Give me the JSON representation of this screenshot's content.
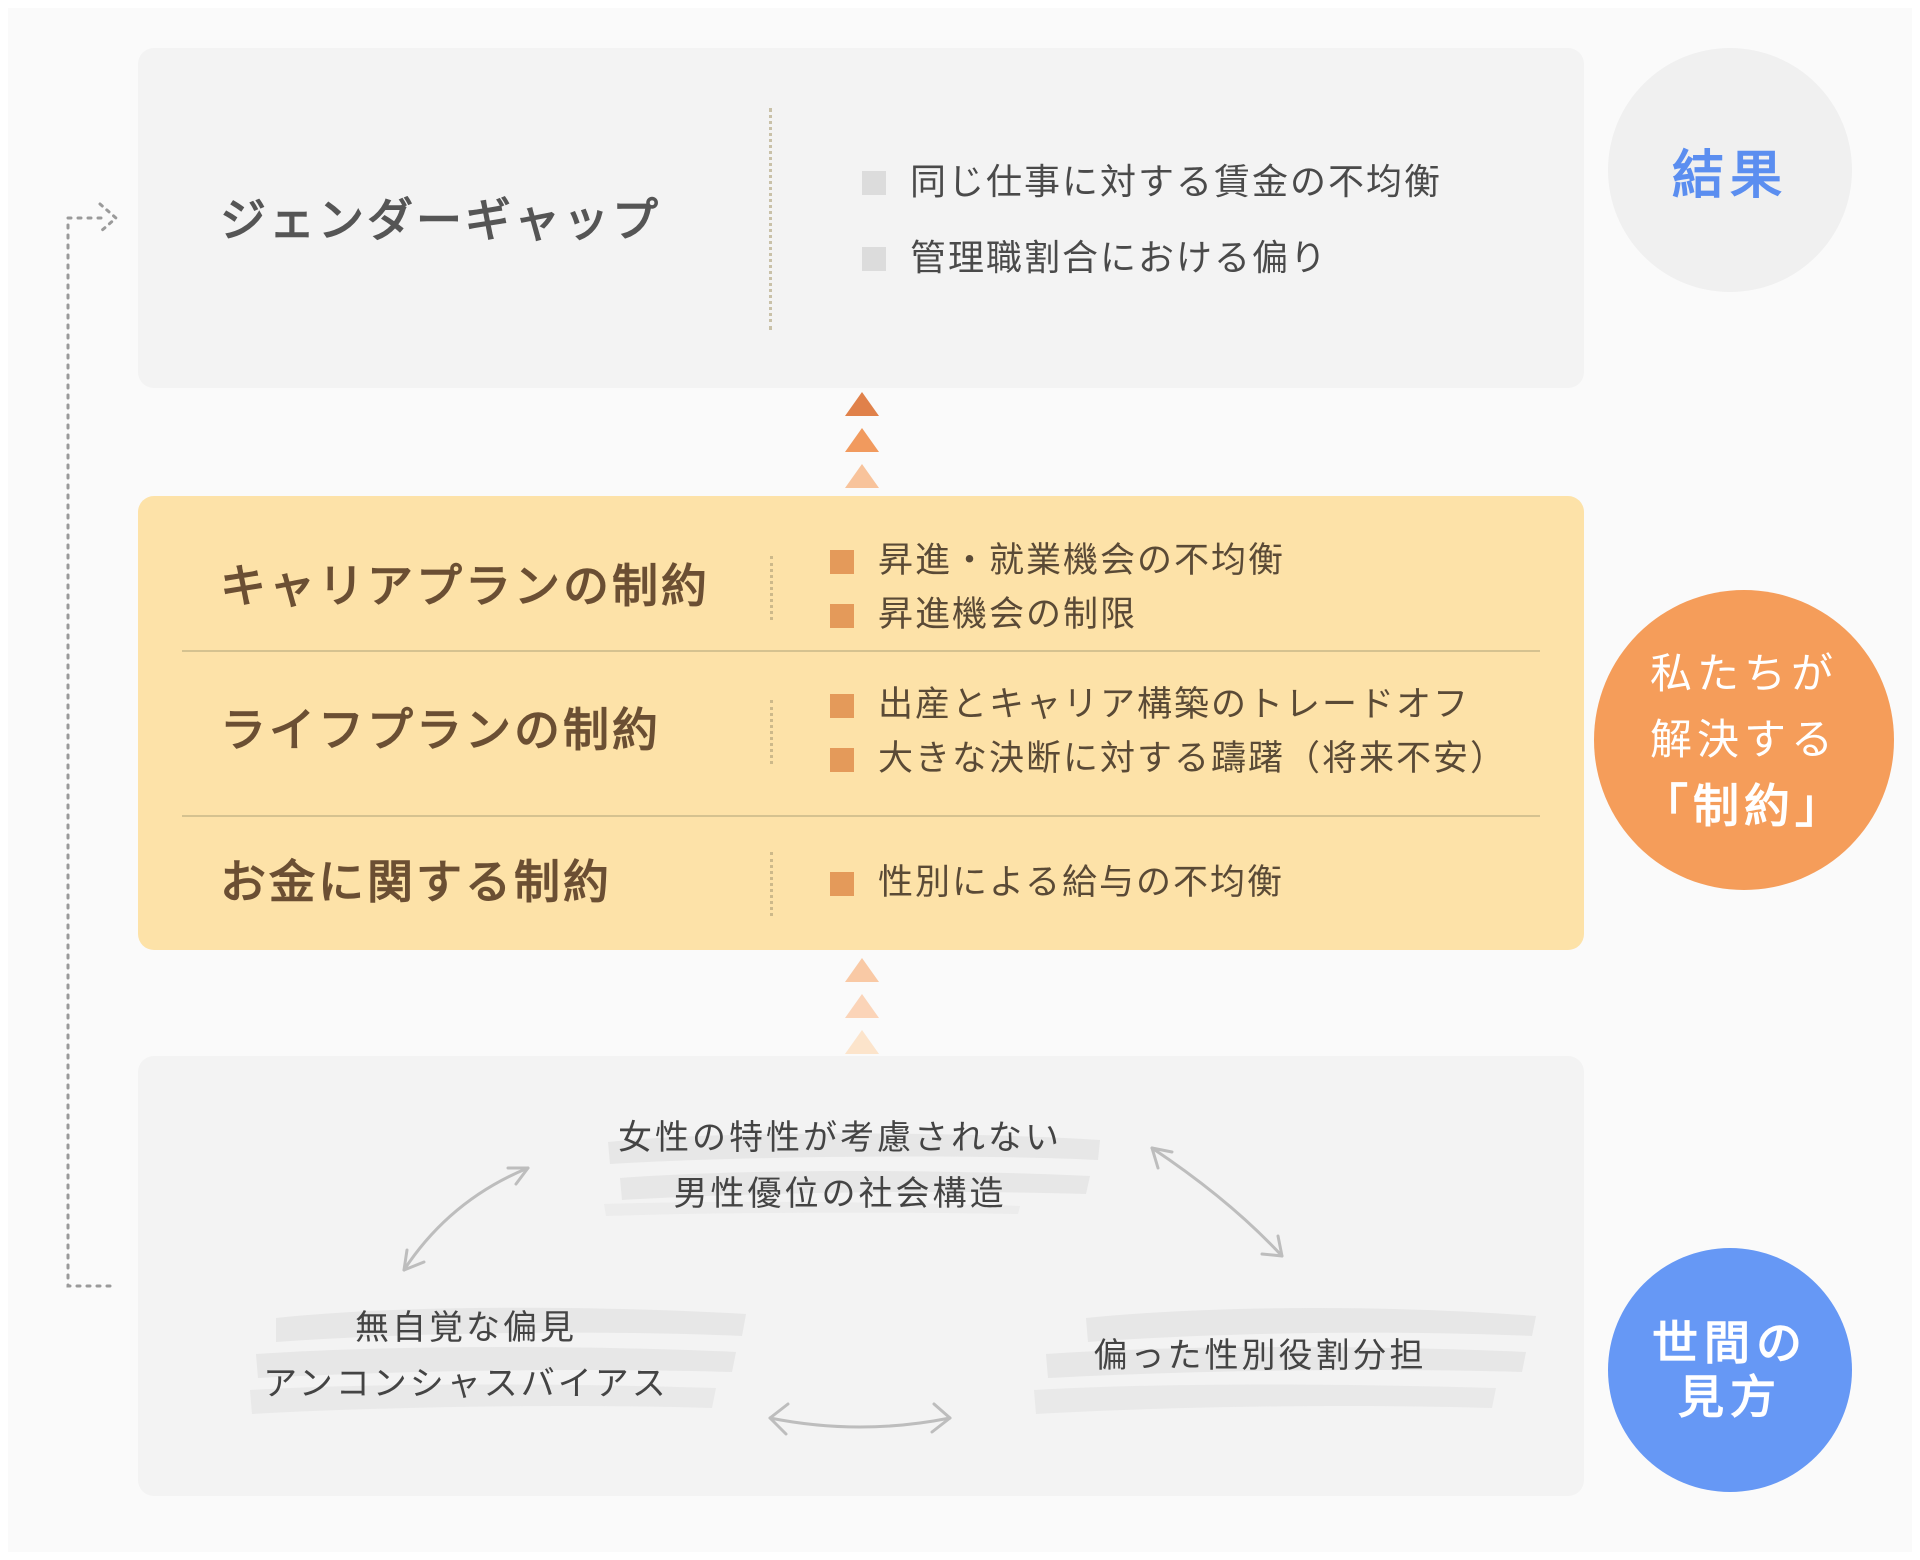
{
  "result": {
    "title": "ジェンダーギャップ",
    "items": [
      "同じ仕事に対する賃金の不均衡",
      "管理職割合における偏り"
    ],
    "badge": "結果"
  },
  "constraints": {
    "rows": [
      {
        "title": "キャリアプランの制約",
        "items": [
          "昇進・就業機会の不均衡",
          "昇進機会の制限"
        ]
      },
      {
        "title": "ライフプランの制約",
        "items": [
          "出産とキャリア構築のトレードオフ",
          "大きな決断に対する躊躇（将来不安）"
        ]
      },
      {
        "title": "お金に関する制約",
        "items": [
          "性別による給与の不均衡"
        ]
      }
    ],
    "badge_line1": "私たちが",
    "badge_line2": "解決する",
    "badge_line3": "「制約」"
  },
  "perception": {
    "top_line1": "女性の特性が考慮されない",
    "top_line2": "男性優位の社会構造",
    "left_line1": "無自覚な偏見",
    "left_line2": "アンコンシャスバイアス",
    "right": "偏った性別役割分担",
    "badge_line1": "世間の",
    "badge_line2": "見方"
  },
  "colors": {
    "result_badge_text": "#5b8ef0",
    "constraint_badge_bg": "#f59d5a",
    "perception_badge_bg": "#6698f5",
    "constraint_panel_bg": "#fde2a8",
    "bullet_orange": "#e49a5a",
    "bullet_gray": "#dcdcdc"
  }
}
